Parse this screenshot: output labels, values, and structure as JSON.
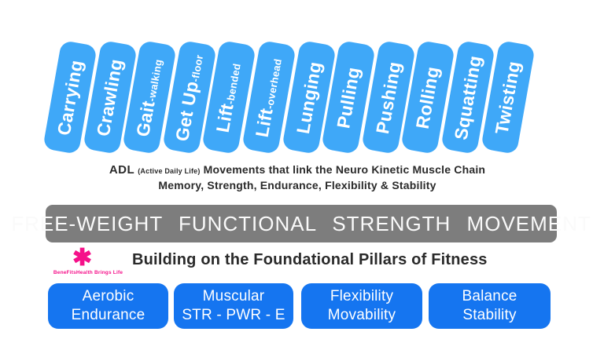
{
  "colors": {
    "pill_blue": "#3FA8F8",
    "button_blue": "#1575F0",
    "bar_gray": "#7D7D7D",
    "text_dark": "#2A2A2A",
    "logo_pink": "#F5118A",
    "white": "#FFFFFF"
  },
  "movement_pills": [
    {
      "label": "Carrying",
      "suffix": ""
    },
    {
      "label": "Crawling",
      "suffix": ""
    },
    {
      "label": "Gait",
      "suffix": "-walking"
    },
    {
      "label": "Get Up",
      "suffix": "-floor"
    },
    {
      "label": "Lift",
      "suffix": "-bended"
    },
    {
      "label": "Lift",
      "suffix": "-overhead"
    },
    {
      "label": "Lunging",
      "suffix": ""
    },
    {
      "label": "Pulling",
      "suffix": ""
    },
    {
      "label": "Pushing",
      "suffix": ""
    },
    {
      "label": "Rolling",
      "suffix": ""
    },
    {
      "label": "Squatting",
      "suffix": ""
    },
    {
      "label": "Twisting",
      "suffix": ""
    }
  ],
  "adl": {
    "acronym": "ADL",
    "acronym_note": "(Active Daily Life)",
    "line1": "Movements that link the Neuro Kinetic Muscle Chain",
    "line2": "Memory, Strength, Endurance, Flexibility & Stability"
  },
  "banner": {
    "label": "FREE-WEIGHT FUNCTIONAL STRENGTH MOVEMENT"
  },
  "pillars_heading": {
    "logo_icon": "pink-asterisk-burst-icon",
    "logo_glyph": "✱",
    "logo_tagline": "BeneFitsHealth Brings Life",
    "text": "Building on the Foundational Pillars of Fitness"
  },
  "pillar_buttons": [
    {
      "line1": "Aerobic",
      "line2": "Endurance"
    },
    {
      "line1": "Muscular",
      "line2": "STR - PWR - E"
    },
    {
      "line1": "Flexibility",
      "line2": "Movability"
    },
    {
      "line1": "Balance",
      "line2": "Stability"
    }
  ]
}
